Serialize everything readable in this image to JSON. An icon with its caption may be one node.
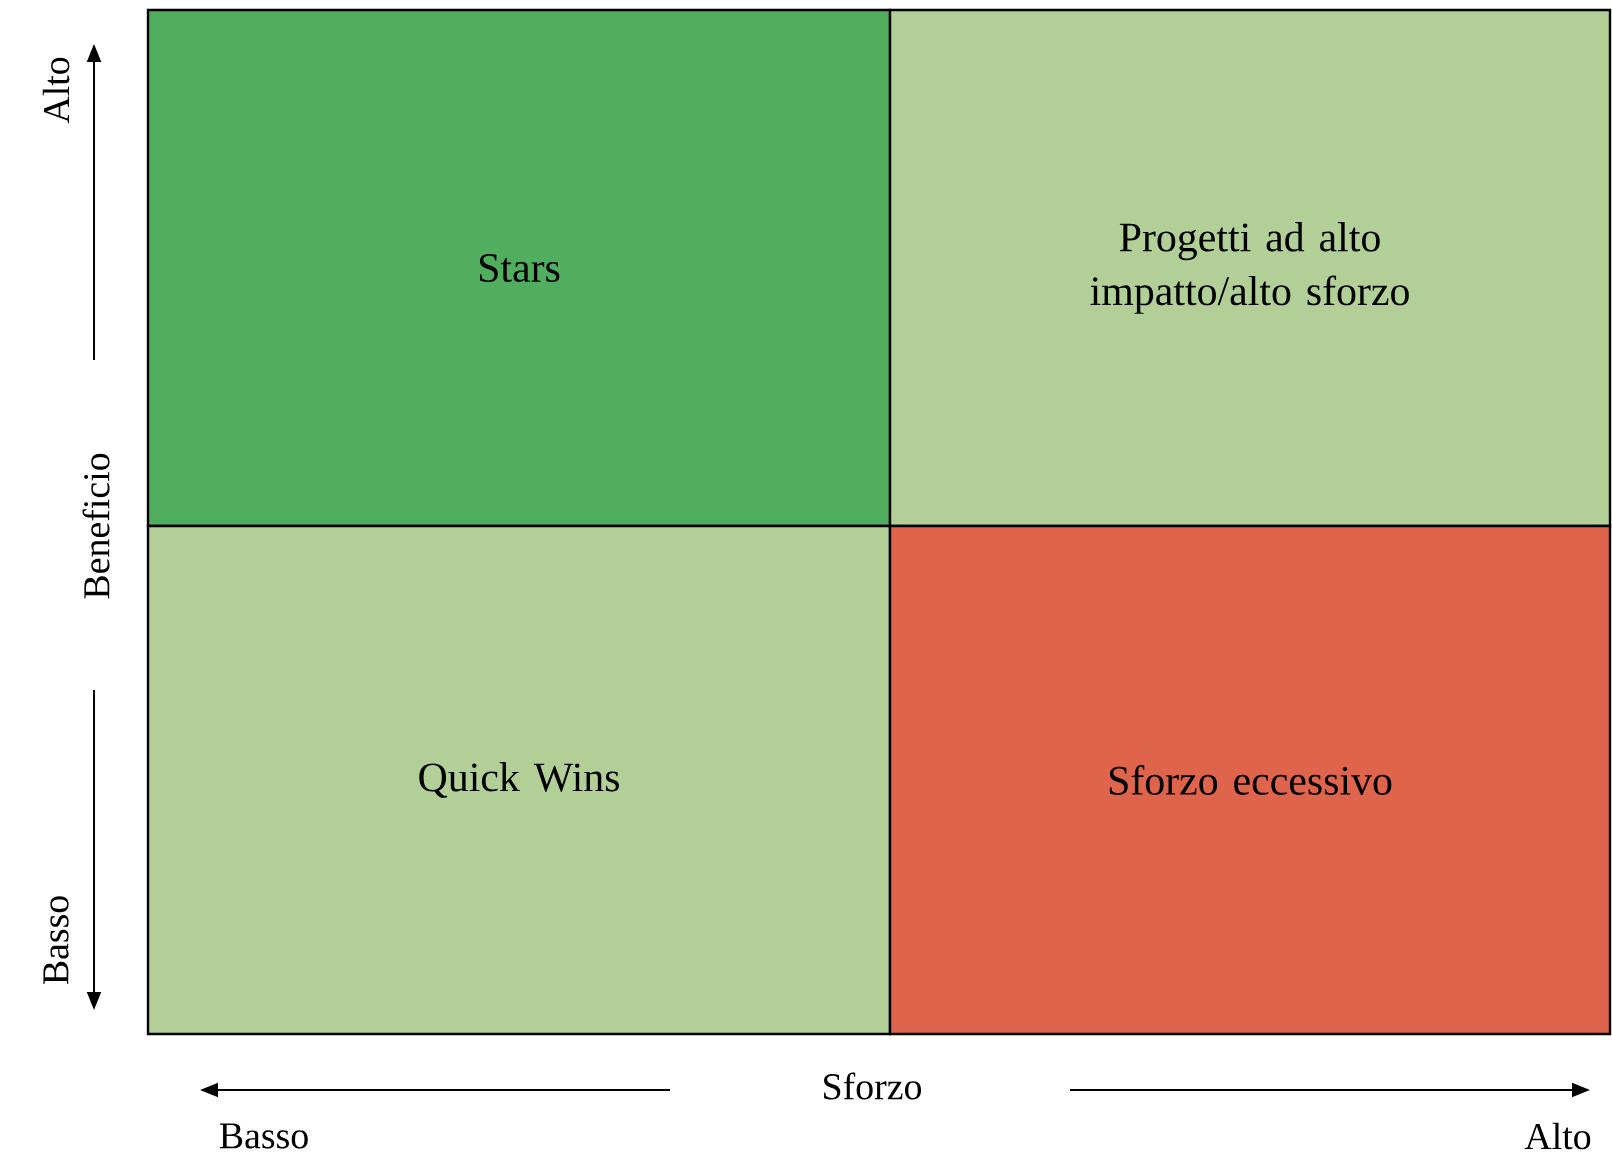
{
  "diagram": {
    "nodes": [
      {
        "text": [
          "Stars"
        ]
      },
      {
        "text": [
          "Progetti ad alto impatto/alto sforzo"
        ]
      },
      {
        "text": [
          "Quick Wins"
        ]
      },
      {
        "text": [
          "Sforzo eccessivo"
        ]
      }
    ],
    "labels": [
      "Alto",
      "Beneficio",
      "Basso",
      "Sforzo",
      "Basso",
      "Alto"
    ]
  }
}
